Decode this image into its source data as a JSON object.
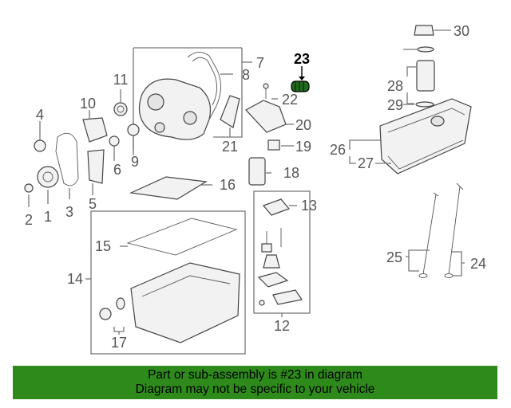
{
  "diagram": {
    "highlight_label": "23",
    "labels": {
      "l1": "1",
      "l2": "2",
      "l3": "3",
      "l4": "4",
      "l5": "5",
      "l6": "6",
      "l7": "7",
      "l8": "8",
      "l9": "9",
      "l10": "10",
      "l11": "11",
      "l12": "12",
      "l13": "13",
      "l14": "14",
      "l15": "15",
      "l16": "16",
      "l17": "17",
      "l18": "18",
      "l19": "19",
      "l20": "20",
      "l21": "21",
      "l22": "22",
      "l24": "24",
      "l25": "25",
      "l26": "26",
      "l27": "27",
      "l28": "28",
      "l29": "29",
      "l30": "30"
    }
  },
  "banner": {
    "line1": "Part or sub-assembly is #23 in diagram",
    "line2": "Diagram may not be specific to your vehicle"
  },
  "colors": {
    "banner_bg": "#2f8a1c",
    "highlight_part": "#1f6b1f"
  }
}
